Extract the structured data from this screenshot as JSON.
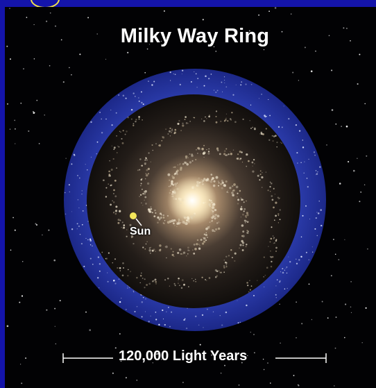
{
  "diagram": {
    "title": "Milky Way Ring",
    "sun_label": "Sun",
    "scale_label": "120,000 Light Years"
  },
  "colors": {
    "frame": "#1414aa",
    "space": "#020204",
    "ring": "#2a3aa8",
    "sun_marker": "#f3e65a",
    "corner_mark": "#f2e24a",
    "text": "#ffffff"
  },
  "icons": {
    "sun_marker": "sun-marker-icon",
    "scale_bar": "scale-bar-icon"
  }
}
